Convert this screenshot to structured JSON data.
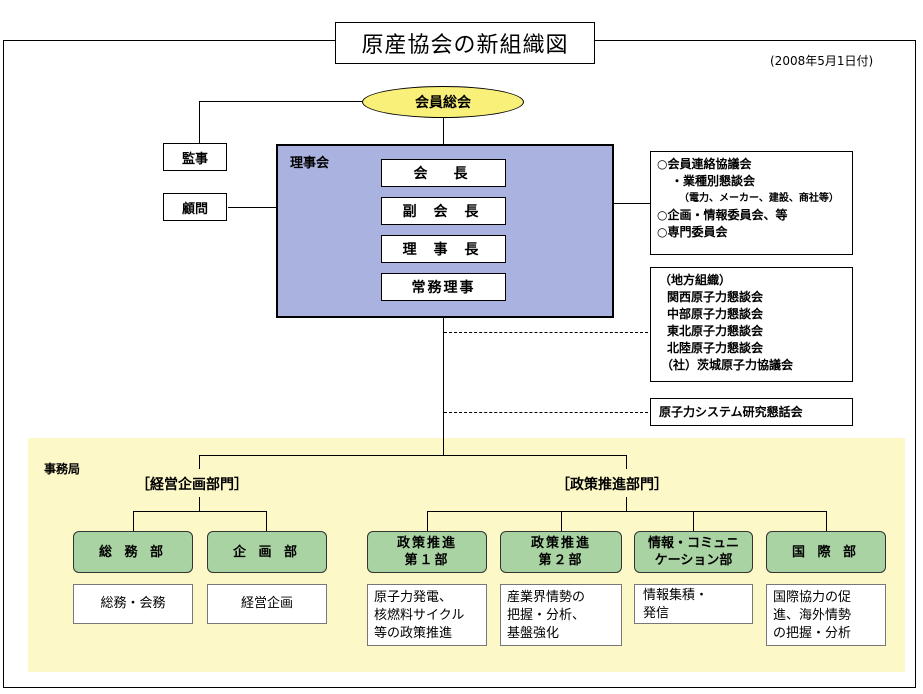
{
  "title": "原産協会の新組織図",
  "date": "(2008年5月1日付)",
  "general_meeting": "会員総会",
  "auditor": "監事",
  "advisor": "顧問",
  "board": {
    "label": "理事会",
    "roles": [
      "会　長",
      "副 会 長",
      "理 事 長",
      "常務理事"
    ]
  },
  "councils": {
    "lines": [
      "○会員連絡協議会",
      "・業種別懇談会",
      "（電力、メーカー、建設、商社等）",
      "○企画・情報委員会、等",
      "○専門委員会"
    ]
  },
  "regional": {
    "lines": [
      "（地方組織）",
      "関西原子力懇談会",
      "中部原子力懇談会",
      "東北原子力懇談会",
      "北陸原子力懇談会",
      "（社）茨城原子力協議会"
    ]
  },
  "research": "原子力システム研究懇話会",
  "secretariat": "事務局",
  "divisions": {
    "management": "［経営企画部門］",
    "policy": "［政策推進部門］"
  },
  "departments": [
    {
      "name": "総 務 部",
      "desc": [
        "総務・会務"
      ]
    },
    {
      "name": "企 画 部",
      "desc": [
        "経営企画"
      ]
    },
    {
      "name": "政策推進\n第１部",
      "desc": [
        "原子力発電、",
        "核燃料サイクル",
        "等の政策推進"
      ]
    },
    {
      "name": "政策推進\n第２部",
      "desc": [
        "産業界情勢の",
        "把握・分析、",
        "基盤強化"
      ]
    },
    {
      "name": "情報・コミュニ\nケーション部",
      "desc": [
        "情報集積・",
        "発信"
      ]
    },
    {
      "name": "国 際 部",
      "desc": [
        "国際協力の促",
        "進、海外情勢",
        "の把握・分析"
      ]
    }
  ]
}
